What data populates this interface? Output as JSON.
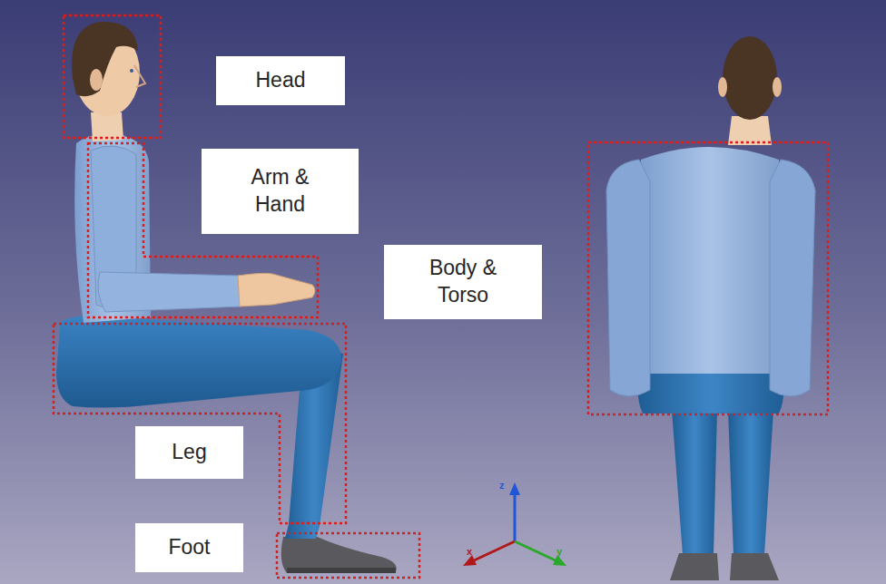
{
  "diagram": {
    "nodes": [
      {
        "text": [
          "Head"
        ]
      },
      {
        "text": [
          "Arm & Hand"
        ]
      },
      {
        "text": [
          "Body & Torso"
        ]
      },
      {
        "text": [
          "Leg"
        ]
      },
      {
        "text": [
          "Foot"
        ]
      }
    ],
    "labels": [
      "z",
      "x",
      "y"
    ]
  }
}
